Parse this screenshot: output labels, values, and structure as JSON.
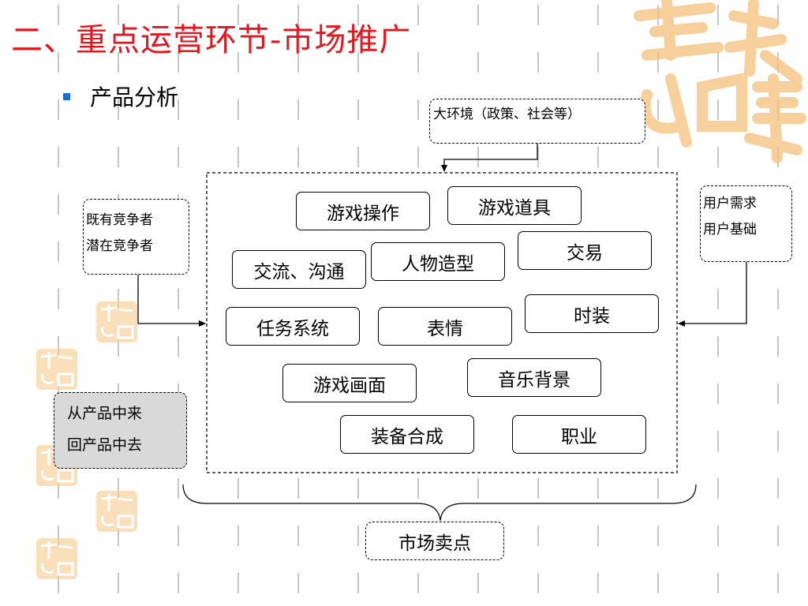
{
  "title": "二、重点运营环节-市场推广",
  "bullet": "产品分析",
  "environment": "大环境（政策、社会等）",
  "competitors": [
    "既有竞争者",
    "潜在竞争者"
  ],
  "users": [
    "用户需求",
    "用户基础"
  ],
  "product_loop": [
    "从产品中来",
    "回产品中去"
  ],
  "features": {
    "game_operation": "游戏操作",
    "game_props": "游戏道具",
    "communication": "交流、沟通",
    "character_model": "人物造型",
    "trade": "交易",
    "task_system": "任务系统",
    "expression": "表情",
    "fashion": "时装",
    "game_graphics": "游戏画面",
    "music_background": "音乐背景",
    "equipment_synthesis": "装备合成",
    "profession": "职业"
  },
  "selling_points": "市场卖点",
  "colors": {
    "title": "#e3171e",
    "bullet": "#1a6fd1",
    "watermark": "#f5c07a",
    "dash_lines": "#c8c8c8"
  },
  "icons": [
    "jixiang-seal-watermark"
  ]
}
